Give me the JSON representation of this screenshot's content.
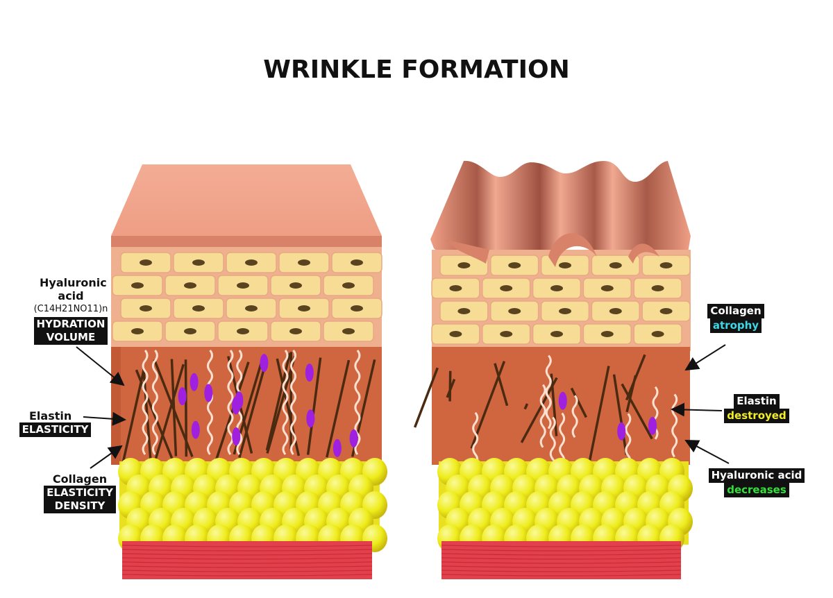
{
  "title": "WRINKLE FORMATION",
  "left_labels": {
    "hyaluronic": {
      "name": "Hyaluronic acid",
      "formula": "(C14H21NO11)n",
      "line1": "HYDRATION",
      "line2": "VOLUME"
    },
    "elastin": {
      "name": "Elastin",
      "property": "ELASTICITY"
    },
    "collagen": {
      "name": "Collagen",
      "line1": "ELASTICITY",
      "line2": "DENSITY"
    }
  },
  "right_labels": {
    "collagen": {
      "name": "Collagen",
      "status": "atrophy",
      "color": "#3fd6e6"
    },
    "elastin": {
      "name": "Elastin",
      "status": "destroyed",
      "color": "#f2ee2a"
    },
    "hyaluronic": {
      "name": "Hyaluronic acid",
      "status": "decreases",
      "color": "#33e03a"
    }
  },
  "colors": {
    "skin_top": "#f0a58c",
    "epidermis": "#f6dc95",
    "dermis": "#d0663f",
    "fat": "#f0ee1e",
    "muscle": "#e2404a",
    "hyaluronic": "#a020e0",
    "collagen": "#4a2a10",
    "elastin": "#fde0d0"
  }
}
